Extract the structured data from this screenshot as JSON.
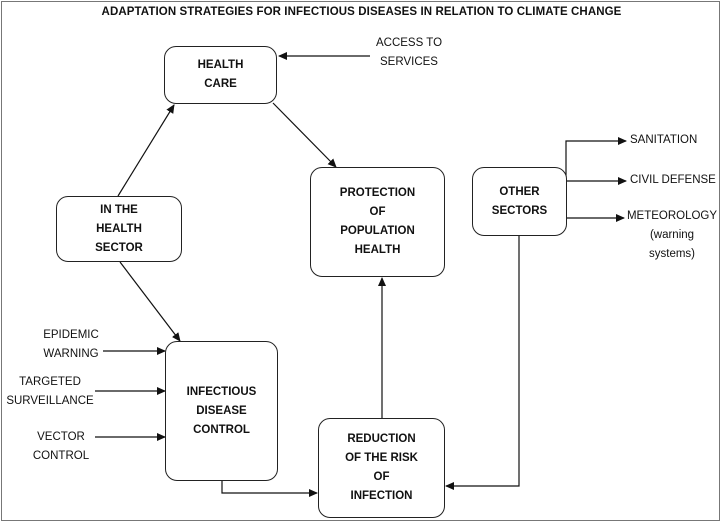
{
  "title": "ADAPTATION STRATEGIES FOR INFECTIOUS DISEASES IN RELATION TO CLIMATE CHANGE",
  "nodes": {
    "health_care": [
      "HEALTH",
      "CARE"
    ],
    "health_sector": [
      "IN THE",
      "HEALTH",
      "SECTOR"
    ],
    "protection": [
      "PROTECTION",
      "OF",
      "POPULATION",
      "HEALTH"
    ],
    "other_sectors": [
      "OTHER",
      "SECTORS"
    ],
    "infectious": [
      "INFECTIOUS",
      "DISEASE",
      "CONTROL"
    ],
    "reduction": [
      "REDUCTION",
      "OF THE RISK",
      "OF",
      "INFECTION"
    ]
  },
  "labels": {
    "access": [
      "ACCESS TO",
      "SERVICES"
    ],
    "sanitation": "SANITATION",
    "civil_defense": "CIVIL DEFENSE",
    "meteorology": [
      "METEOROLOGY",
      "(warning",
      "systems)"
    ],
    "epidemic": [
      "EPIDEMIC",
      "WARNING"
    ],
    "targeted": [
      "TARGETED",
      "SURVEILLANCE"
    ],
    "vector": [
      "VECTOR",
      "CONTROL"
    ]
  }
}
